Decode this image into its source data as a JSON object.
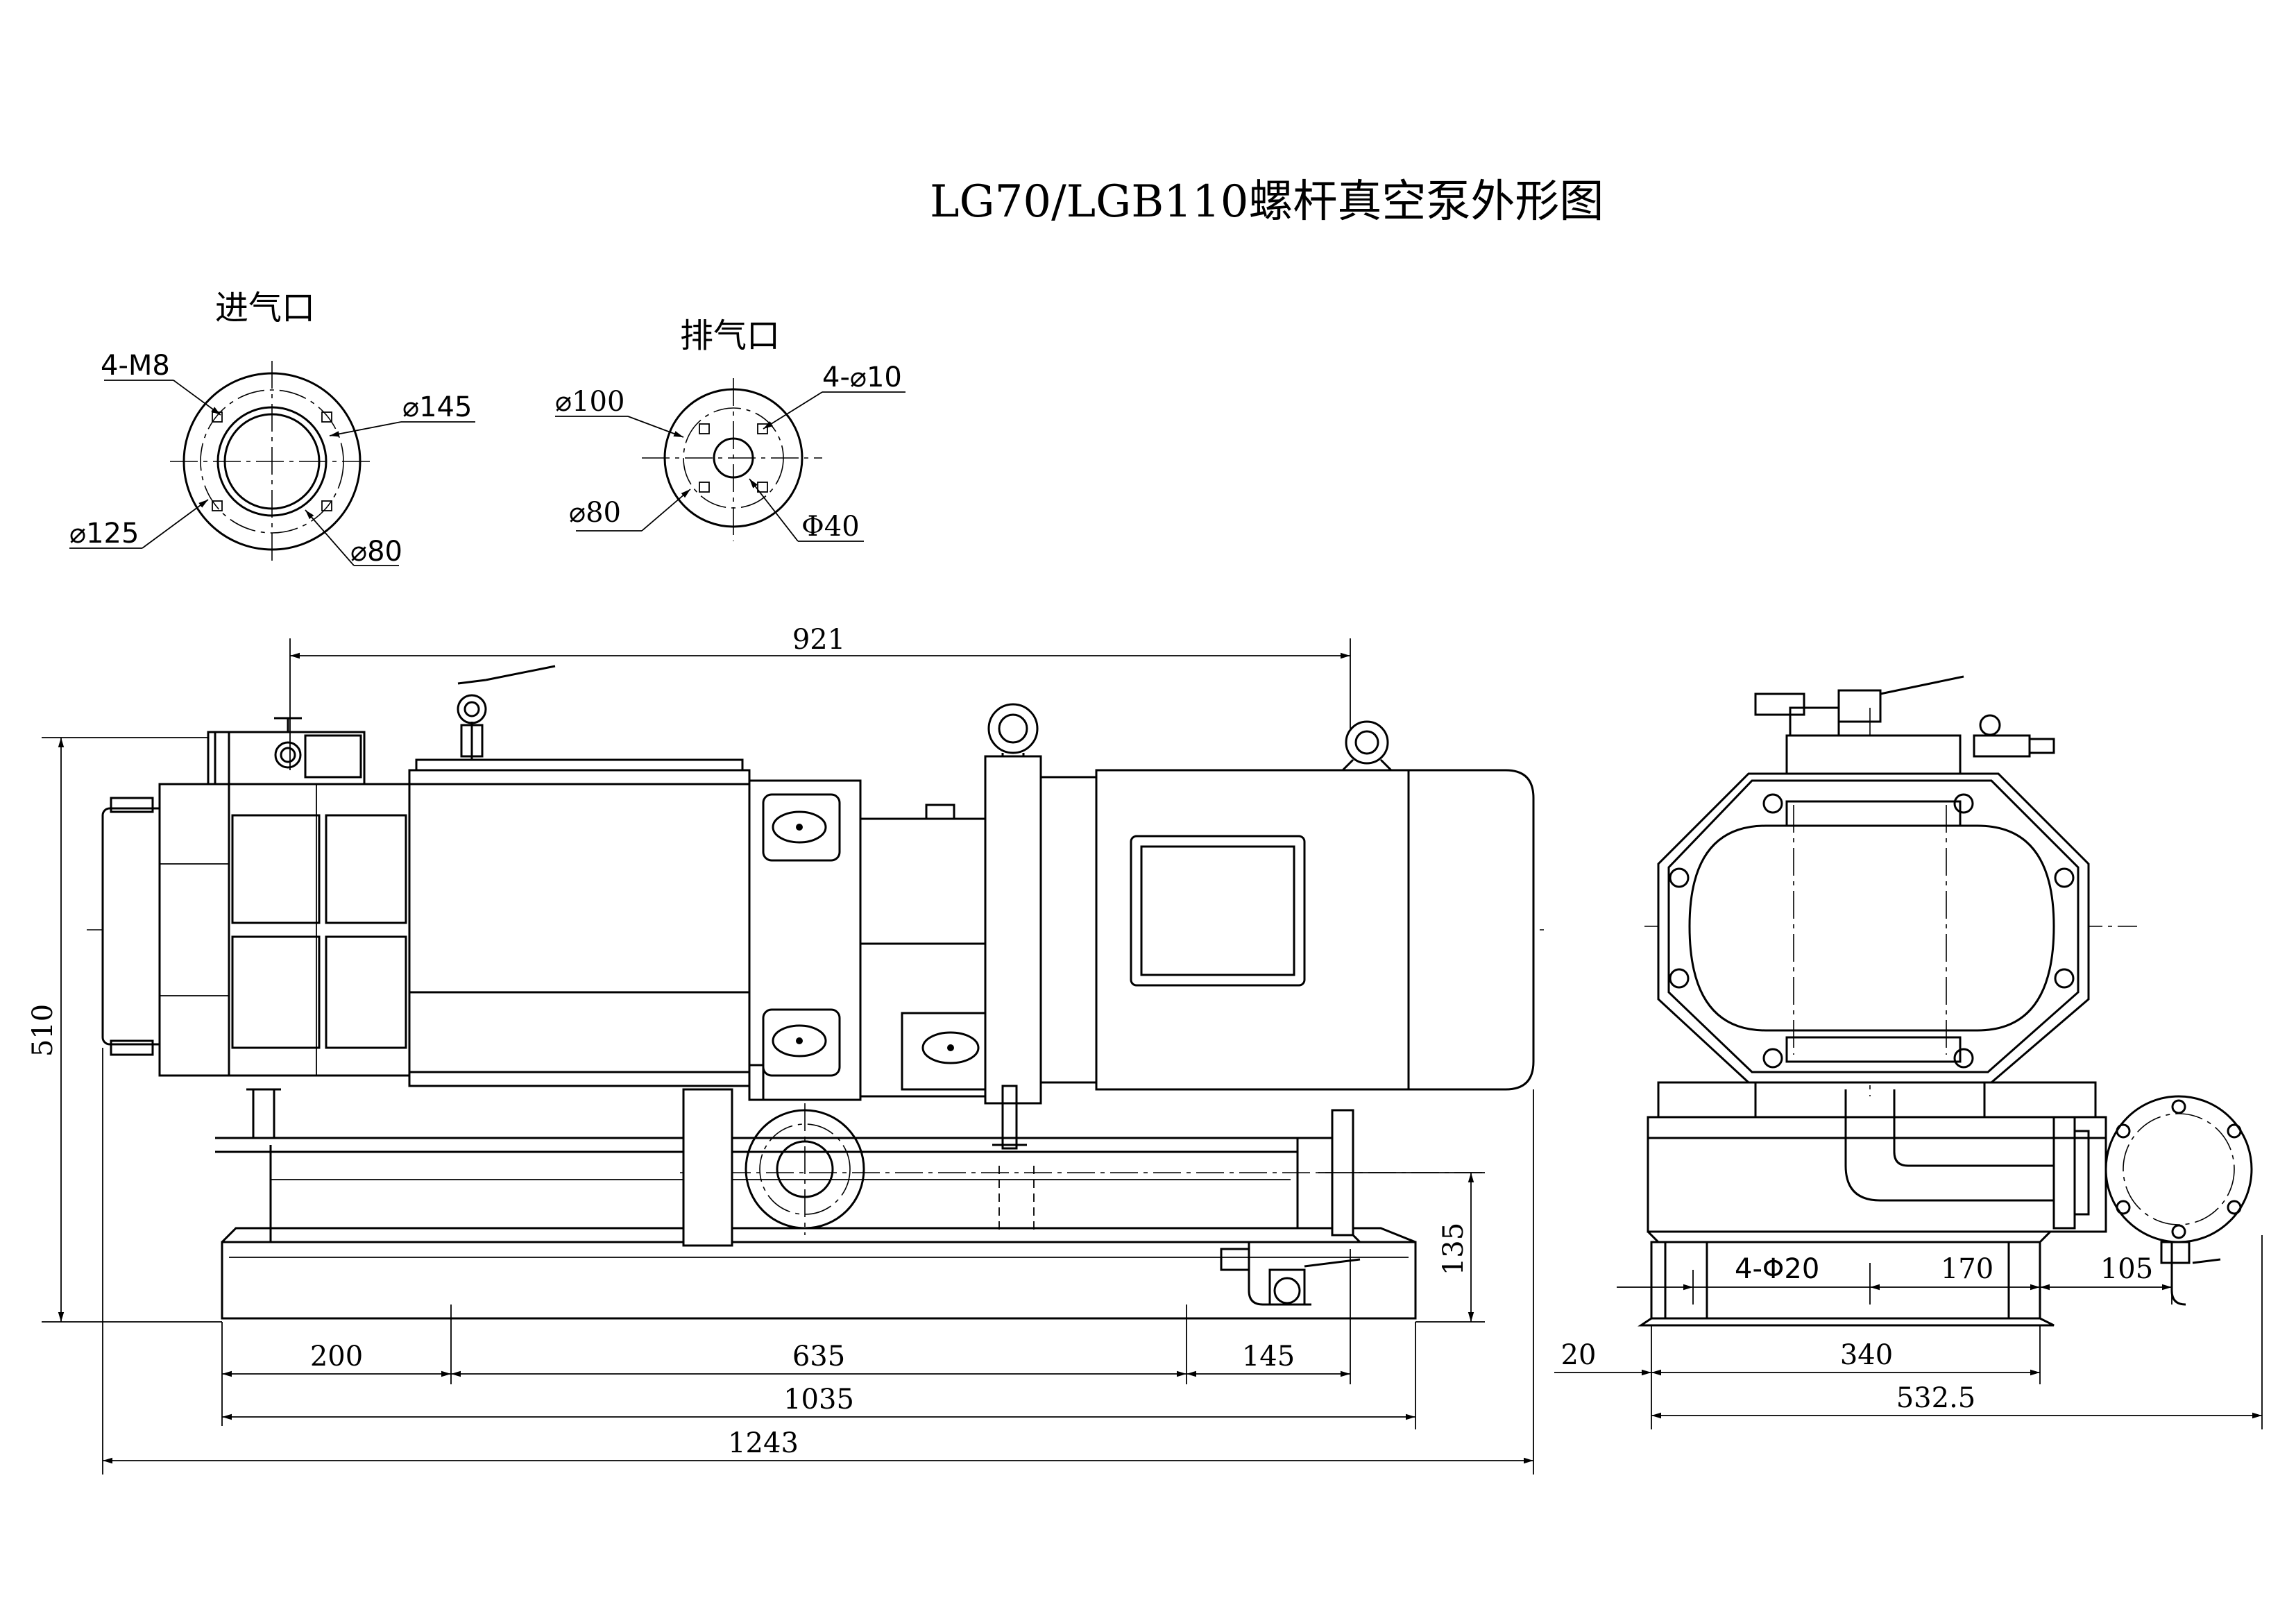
{
  "title": "LG70/LGB110螺杆真空泵外形图",
  "inlet": {
    "heading": "进气口",
    "labels": {
      "holes": "4-M8",
      "bolt_circle": "⌀145",
      "outer": "⌀125",
      "bore": "⌀80"
    }
  },
  "outlet": {
    "heading": "排气口",
    "labels": {
      "outer": "⌀100",
      "holes": "4-⌀10",
      "bolt_circle": "⌀80",
      "bore": "Φ40"
    }
  },
  "front_view": {
    "dims": {
      "top_length": "921",
      "height": "510",
      "inlet_height": "135",
      "seg_a": "200",
      "seg_b": "635",
      "seg_c": "145",
      "base_length": "1035",
      "overall_length": "1243"
    }
  },
  "side_view": {
    "dims": {
      "holes": "4-Φ20",
      "hole_span": "170",
      "offset_right": "105",
      "offset_left": "20",
      "base_width": "340",
      "overall_width": "532.5"
    }
  }
}
